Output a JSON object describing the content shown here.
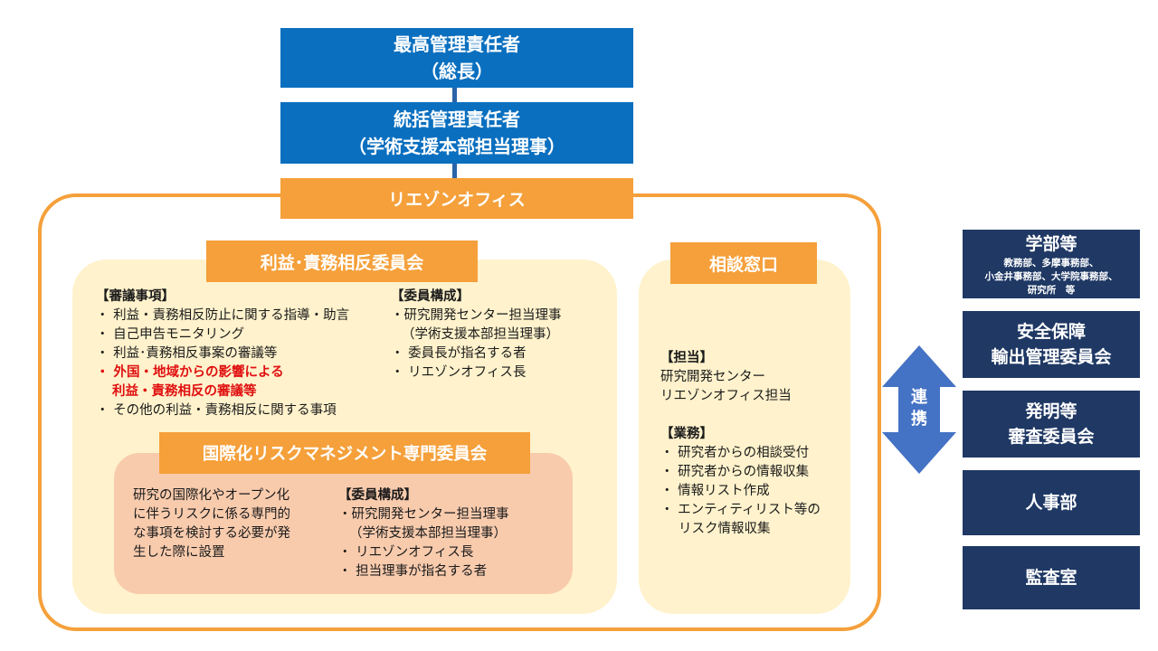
{
  "top": {
    "chief_line1": "最高管理責任者",
    "chief_line2": "（総長）",
    "general_line1": "統括管理責任者",
    "general_line2": "（学術支援本部担当理事）",
    "liaison": "リエゾンオフィス"
  },
  "committee": {
    "title": "利益･責務相反委員会",
    "deliberation_heading": "【審議事項】",
    "deliberation_items": [
      "・ 利益・責務相反防止に関する指導・助言",
      "・ 自己申告モニタリング",
      "・ 利益･責務相反事案の審議等"
    ],
    "red_line1": "・ 外国・地域からの影響による",
    "red_line2": "利益・責務相反の審議等",
    "deliberation_last": "・ その他の利益・責務相反に関する事項",
    "members_heading": "【委員構成】",
    "members_items": [
      "・研究開発センター担当理事",
      "（学術支援本部担当理事）",
      "・ 委員長が指名する者",
      "・ リエゾンオフィス長"
    ]
  },
  "risk": {
    "title": "国際化リスクマネジメント専門委員会",
    "description": [
      "研究の国際化やオープン化",
      "に伴うリスクに係る専門的",
      "な事項を検討する必要が発",
      "生した際に設置"
    ],
    "members_heading": "【委員構成】",
    "members_items": [
      "・研究開発センター担当理事",
      "（学術支援本部担当理事）",
      "・ リエゾンオフィス長",
      "・ 担当理事が指名する者"
    ]
  },
  "consult": {
    "title": "相談窓口",
    "charge_heading": "【担当】",
    "charge_items": [
      "研究開発センター",
      "リエゾンオフィス担当"
    ],
    "duties_heading": "【業務】",
    "duties_items": [
      "・ 研究者からの相談受付",
      "・ 研究者からの情報収集",
      "・ 情報リスト作成",
      "・ エンティティリスト等の",
      "リスク情報収集"
    ]
  },
  "link": {
    "line1": "連",
    "line2": "携"
  },
  "right": {
    "faculty_title": "学部等",
    "faculty_sub": [
      "教務部、多摩事務部、",
      "小金井事務部、大学院事務部、",
      "研究所　等"
    ],
    "security_line1": "安全保障",
    "security_line2": "輸出管理委員会",
    "invention_line1": "発明等",
    "invention_line2": "審査委員会",
    "hr": "人事部",
    "audit": "監査室"
  },
  "colors": {
    "blue": "#0a6fbf",
    "orange": "#f5a03a",
    "cream": "#fff2cc",
    "peach": "#f8cbad",
    "navy": "#1f3864",
    "arrow": "#4472c4",
    "red": "#e01010"
  }
}
